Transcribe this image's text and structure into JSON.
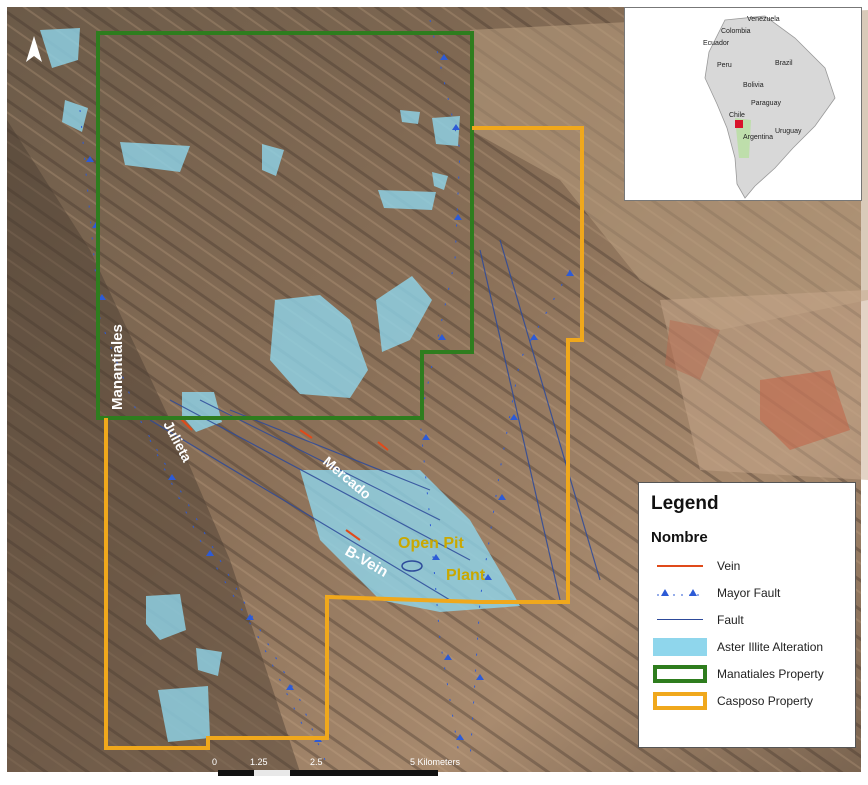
{
  "map": {
    "labels": {
      "manantiales": "Manantiales",
      "julieta": "Julieta",
      "mercado": "Mercado",
      "bvein": "B-Vein",
      "openpit": "Open Pit",
      "plant": "Plant"
    }
  },
  "legend": {
    "title": "Legend",
    "subtitle": "Nombre",
    "items": [
      {
        "label": "Vein",
        "color": "#e04a1a"
      },
      {
        "label": "Mayor  Fault",
        "color": "#2d5bd6"
      },
      {
        "label": "Fault",
        "color": "#2d4a9a"
      },
      {
        "label": "Aster Illite Alteration",
        "color": "#8fd6ec"
      },
      {
        "label": "Manatiales Property",
        "color": "#2e7d1e"
      },
      {
        "label": "Casposo Property",
        "color": "#f0a81c"
      }
    ]
  },
  "inset": {
    "countries": [
      "Venezuela",
      "Colombia",
      "Ecuador",
      "Peru",
      "Brazil",
      "Bolivia",
      "Paraguay",
      "Chile",
      "Argentina",
      "Uruguay"
    ],
    "marker_color": "#d8142a"
  },
  "scale": {
    "ticks": [
      "0",
      "1.25",
      "2.5",
      "5 Kilometers"
    ]
  },
  "north_arrow": "north-arrow-icon"
}
